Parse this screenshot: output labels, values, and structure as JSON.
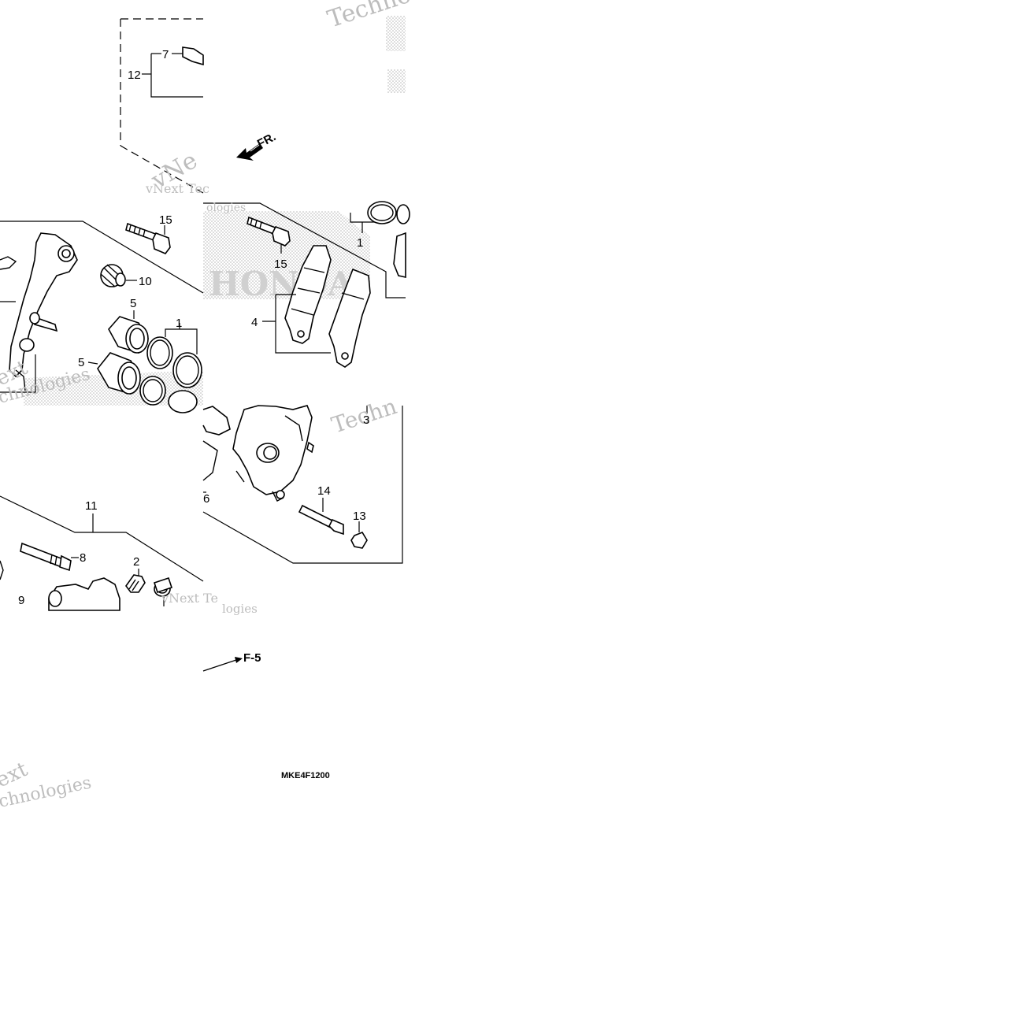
{
  "callouts": {
    "c1_left": "1",
    "c1_right": "1",
    "c2": "2",
    "c3": "3",
    "c4": "4",
    "c5_top": "5",
    "c5_bottom": "5",
    "c6": "6",
    "c7": "7",
    "c8": "8",
    "c9": "9",
    "c10": "10",
    "c11": "11",
    "c12": "12",
    "c13": "13",
    "c14": "14",
    "c15_left": "15",
    "c15_right": "15"
  },
  "direction_label": "FR.",
  "reference_label": "F-5",
  "diagram_code": "MKE4F1200",
  "watermarks": {
    "w1": "Techno",
    "w2": "vNext Tec",
    "w3": "vNe",
    "w4": "ologies",
    "w5": "ext",
    "w6": "chnologies",
    "w7": "Techn",
    "w8": "vNext Te",
    "w9": "logies",
    "w10": "ext",
    "w11": "chnologies"
  }
}
